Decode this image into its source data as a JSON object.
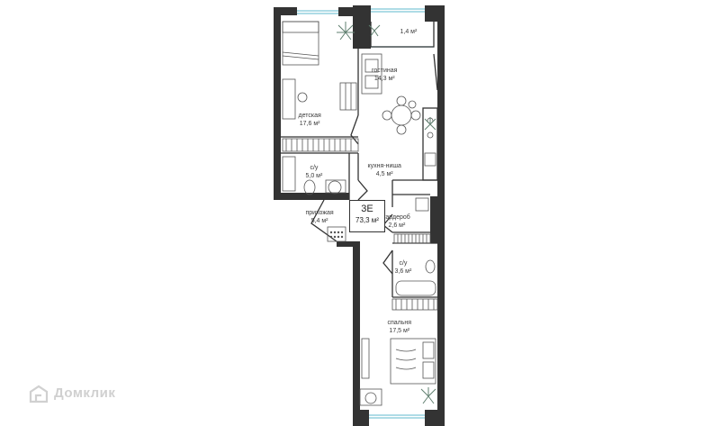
{
  "rooms": [
    {
      "key": "balcony",
      "area": "1,4 м²"
    },
    {
      "key": "living",
      "name": "гостиная",
      "area": "14,3 м²"
    },
    {
      "key": "kids",
      "name": "детская",
      "area": "17,6 м²"
    },
    {
      "key": "kitchen",
      "name": "кухня-ниша",
      "area": "4,5 м²"
    },
    {
      "key": "bath1",
      "name": "с/у",
      "area": "5,0 м²"
    },
    {
      "key": "hall",
      "name": "прихожая",
      "area": "5,4 м²"
    },
    {
      "key": "wardrobe",
      "name": "гардероб",
      "area": "2,6 м²"
    },
    {
      "key": "bath2",
      "name": "с/у",
      "area": "3,6 м²"
    },
    {
      "key": "bedroom",
      "name": "спальня",
      "area": "17,5 м²"
    }
  ],
  "apartment": {
    "code": "3E",
    "total_area": "73,3 м²"
  },
  "watermark": {
    "text": "Домклик"
  },
  "colors": {
    "wall": "#333333",
    "window": "#7fc8d6",
    "plant": "#5f7f6f",
    "furniture": "#555555"
  }
}
